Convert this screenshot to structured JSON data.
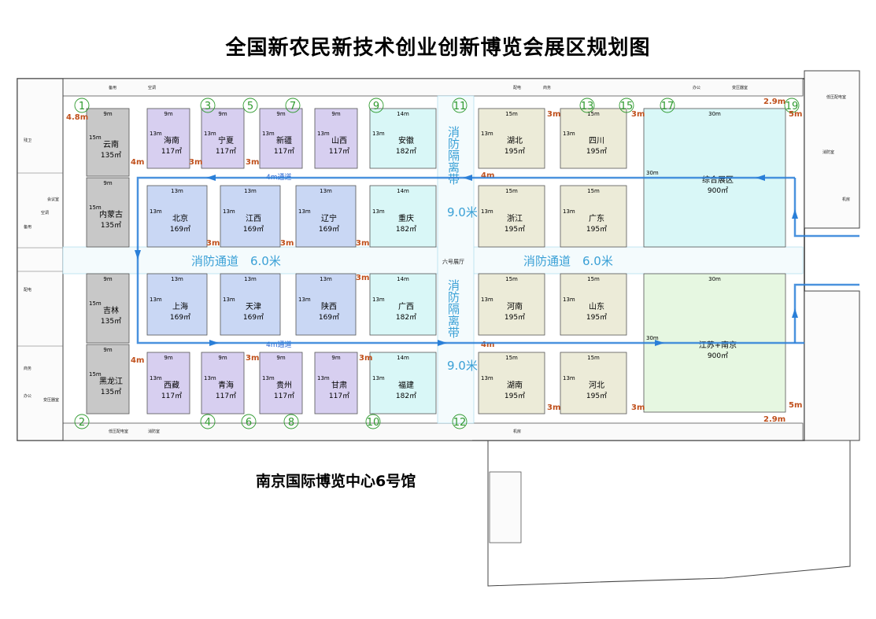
{
  "title": "全国新农民新技术创业创新博览会展区规划图",
  "subtitle": "南京国际博览中心6号馆",
  "hall_label": "六号展厅",
  "fire_lanes": {
    "horizontal": "消防通道　6.0米",
    "vertical_text": "消防隔离带",
    "vertical_width": "9.0米"
  },
  "aisle_label": "4m通道",
  "colors": {
    "grey": "#c8c8c8",
    "purple": "#d7cff0",
    "blue": "#c9d7f4",
    "cyan": "#d9f7f7",
    "tan": "#ecebd8",
    "green": "#e6f7e1",
    "arrow": "#2a7fd8",
    "accent": "#c0501c"
  },
  "booths": [
    {
      "name": "云南",
      "area": "135㎡",
      "w": "9m",
      "h": "15m",
      "color": "grey"
    },
    {
      "name": "内蒙古",
      "area": "135㎡",
      "w": "9m",
      "h": "15m",
      "color": "grey"
    },
    {
      "name": "吉林",
      "area": "135㎡",
      "w": "9m",
      "h": "15m",
      "color": "grey"
    },
    {
      "name": "黑龙江",
      "area": "135㎡",
      "w": "9m",
      "h": "15m",
      "color": "grey"
    },
    {
      "name": "海南",
      "area": "117㎡",
      "w": "9m",
      "h": "13m",
      "color": "purple"
    },
    {
      "name": "宁夏",
      "area": "117㎡",
      "w": "9m",
      "h": "13m",
      "color": "purple"
    },
    {
      "name": "新疆",
      "area": "117㎡",
      "w": "9m",
      "h": "13m",
      "color": "purple"
    },
    {
      "name": "山西",
      "area": "117㎡",
      "w": "9m",
      "h": "13m",
      "color": "purple"
    },
    {
      "name": "安徽",
      "area": "182㎡",
      "w": "14m",
      "h": "13m",
      "color": "cyan"
    },
    {
      "name": "北京",
      "area": "169㎡",
      "w": "13m",
      "h": "13m",
      "color": "blue"
    },
    {
      "name": "江西",
      "area": "169㎡",
      "w": "13m",
      "h": "13m",
      "color": "blue"
    },
    {
      "name": "辽宁",
      "area": "169㎡",
      "w": "13m",
      "h": "13m",
      "color": "blue"
    },
    {
      "name": "重庆",
      "area": "182㎡",
      "w": "14m",
      "h": "13m",
      "color": "cyan"
    },
    {
      "name": "上海",
      "area": "169㎡",
      "w": "13m",
      "h": "13m",
      "color": "blue"
    },
    {
      "name": "天津",
      "area": "169㎡",
      "w": "13m",
      "h": "13m",
      "color": "blue"
    },
    {
      "name": "陕西",
      "area": "169㎡",
      "w": "13m",
      "h": "13m",
      "color": "blue"
    },
    {
      "name": "广西",
      "area": "182㎡",
      "w": "14m",
      "h": "13m",
      "color": "cyan"
    },
    {
      "name": "西藏",
      "area": "117㎡",
      "w": "9m",
      "h": "13m",
      "color": "purple"
    },
    {
      "name": "青海",
      "area": "117㎡",
      "w": "9m",
      "h": "13m",
      "color": "purple"
    },
    {
      "name": "贵州",
      "area": "117㎡",
      "w": "9m",
      "h": "13m",
      "color": "purple"
    },
    {
      "name": "甘肃",
      "area": "117㎡",
      "w": "9m",
      "h": "13m",
      "color": "purple"
    },
    {
      "name": "福建",
      "area": "182㎡",
      "w": "14m",
      "h": "13m",
      "color": "cyan"
    },
    {
      "name": "湖北",
      "area": "195㎡",
      "w": "15m",
      "h": "13m",
      "color": "tan"
    },
    {
      "name": "四川",
      "area": "195㎡",
      "w": "15m",
      "h": "13m",
      "color": "tan"
    },
    {
      "name": "浙江",
      "area": "195㎡",
      "w": "15m",
      "h": "13m",
      "color": "tan"
    },
    {
      "name": "广东",
      "area": "195㎡",
      "w": "15m",
      "h": "13m",
      "color": "tan"
    },
    {
      "name": "河南",
      "area": "195㎡",
      "w": "15m",
      "h": "13m",
      "color": "tan"
    },
    {
      "name": "山东",
      "area": "195㎡",
      "w": "15m",
      "h": "13m",
      "color": "tan"
    },
    {
      "name": "湖南",
      "area": "195㎡",
      "w": "15m",
      "h": "13m",
      "color": "tan"
    },
    {
      "name": "河北",
      "area": "195㎡",
      "w": "15m",
      "h": "13m",
      "color": "tan"
    },
    {
      "name": "综合展区",
      "area": "900㎡",
      "w": "30m",
      "h": "30m",
      "color": "cyan"
    },
    {
      "name": "江苏+南京",
      "area": "900㎡",
      "w": "30m",
      "h": "30m",
      "color": "green"
    }
  ],
  "numbers": [
    "1",
    "2",
    "3",
    "4",
    "5",
    "6",
    "7",
    "8",
    "9",
    "10",
    "11",
    "12",
    "13",
    "15",
    "17",
    "19"
  ],
  "gaps": [
    "4.8m",
    "4m",
    "3m",
    "2.9m",
    "5m"
  ],
  "rooms": [
    "备用",
    "空调",
    "配电",
    "商务",
    "办公",
    "变压器室",
    "低压配电室",
    "消防室",
    "机房",
    "残卫",
    "会议室"
  ]
}
